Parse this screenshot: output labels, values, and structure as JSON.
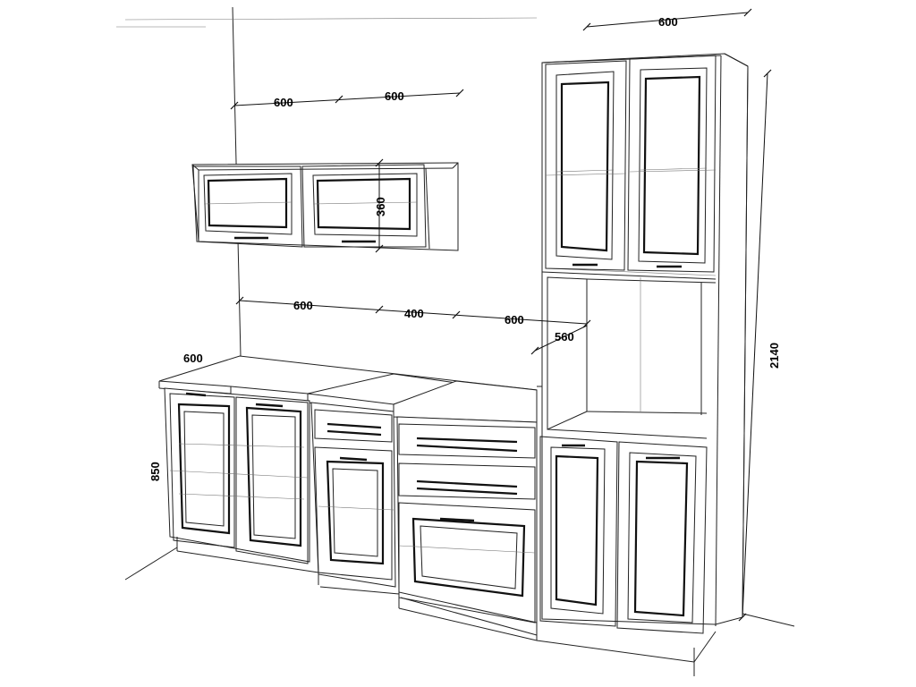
{
  "dimensions": {
    "tall_unit_width": "600",
    "wall_unit_left_width": "600",
    "wall_unit_right_width": "600",
    "wall_unit_height": "360",
    "base_left_width": "600",
    "base_middle_width": "400",
    "base_right_width": "600",
    "tall_unit_depth": "560",
    "countertop_depth": "600",
    "base_height": "850",
    "tall_unit_height": "2140"
  }
}
